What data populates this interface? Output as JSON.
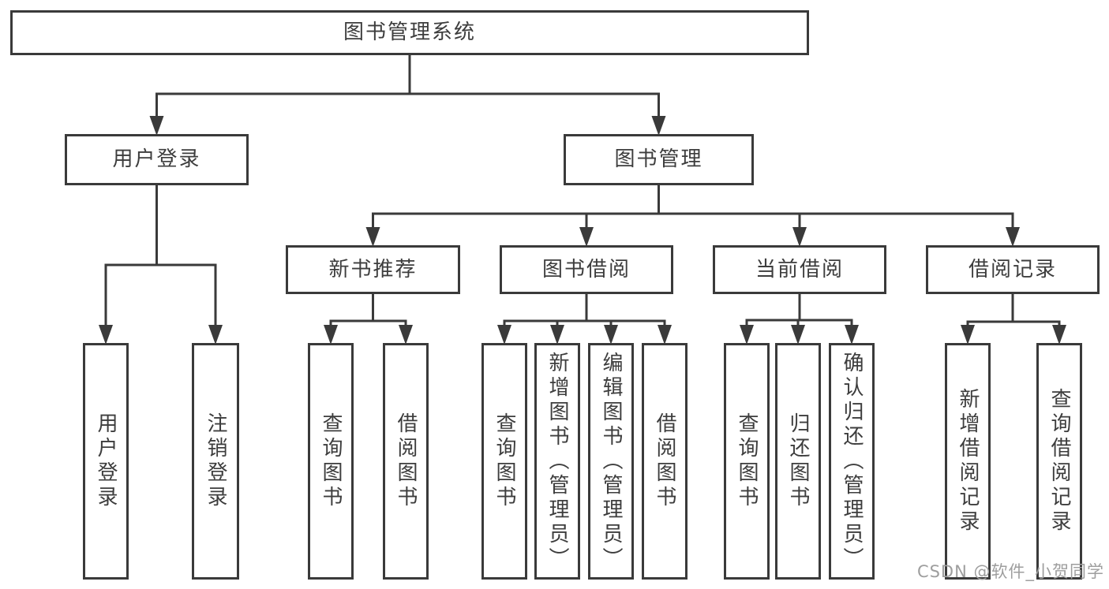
{
  "diagram": {
    "title": "图书管理系统",
    "nodes": [
      {
        "id": "root",
        "label": "图书管理系统",
        "parent": null
      },
      {
        "id": "user-login",
        "label": "用户登录",
        "parent": "root"
      },
      {
        "id": "book-mgmt",
        "label": "图书管理",
        "parent": "root"
      },
      {
        "id": "user-login-leaf",
        "label": "用户登录",
        "parent": "user-login"
      },
      {
        "id": "logout-leaf",
        "label": "注销登录",
        "parent": "user-login"
      },
      {
        "id": "new-book-rec",
        "label": "新书推荐",
        "parent": "book-mgmt"
      },
      {
        "id": "book-borrow",
        "label": "图书借阅",
        "parent": "book-mgmt"
      },
      {
        "id": "current-borrow",
        "label": "当前借阅",
        "parent": "book-mgmt"
      },
      {
        "id": "borrow-record",
        "label": "借阅记录",
        "parent": "book-mgmt"
      },
      {
        "id": "rec-query-book",
        "label": "查询图书",
        "parent": "new-book-rec"
      },
      {
        "id": "rec-borrow-book",
        "label": "借阅图书",
        "parent": "new-book-rec"
      },
      {
        "id": "bb-query-book",
        "label": "查询图书",
        "parent": "book-borrow"
      },
      {
        "id": "bb-add-book",
        "label": "新增图书（管理员）",
        "parent": "book-borrow"
      },
      {
        "id": "bb-edit-book",
        "label": "编辑图书（管理员）",
        "parent": "book-borrow"
      },
      {
        "id": "bb-borrow-book",
        "label": "借阅图书",
        "parent": "book-borrow"
      },
      {
        "id": "cb-query-book",
        "label": "查询图书",
        "parent": "current-borrow"
      },
      {
        "id": "cb-return-book",
        "label": "归还图书",
        "parent": "current-borrow"
      },
      {
        "id": "cb-confirm-return",
        "label": "确认归还（管理员）",
        "parent": "current-borrow"
      },
      {
        "id": "br-add-record",
        "label": "新增借阅记录",
        "parent": "borrow-record"
      },
      {
        "id": "br-query-record",
        "label": "查询借阅记录",
        "parent": "borrow-record"
      }
    ]
  },
  "watermark": {
    "text": "CSDN @软件_小贺同学"
  },
  "colors": {
    "border": "#3a3a3a",
    "text": "#3d3d3d",
    "line": "#3a3a3a",
    "watermark": "#9e9e9e",
    "background": "#ffffff"
  }
}
